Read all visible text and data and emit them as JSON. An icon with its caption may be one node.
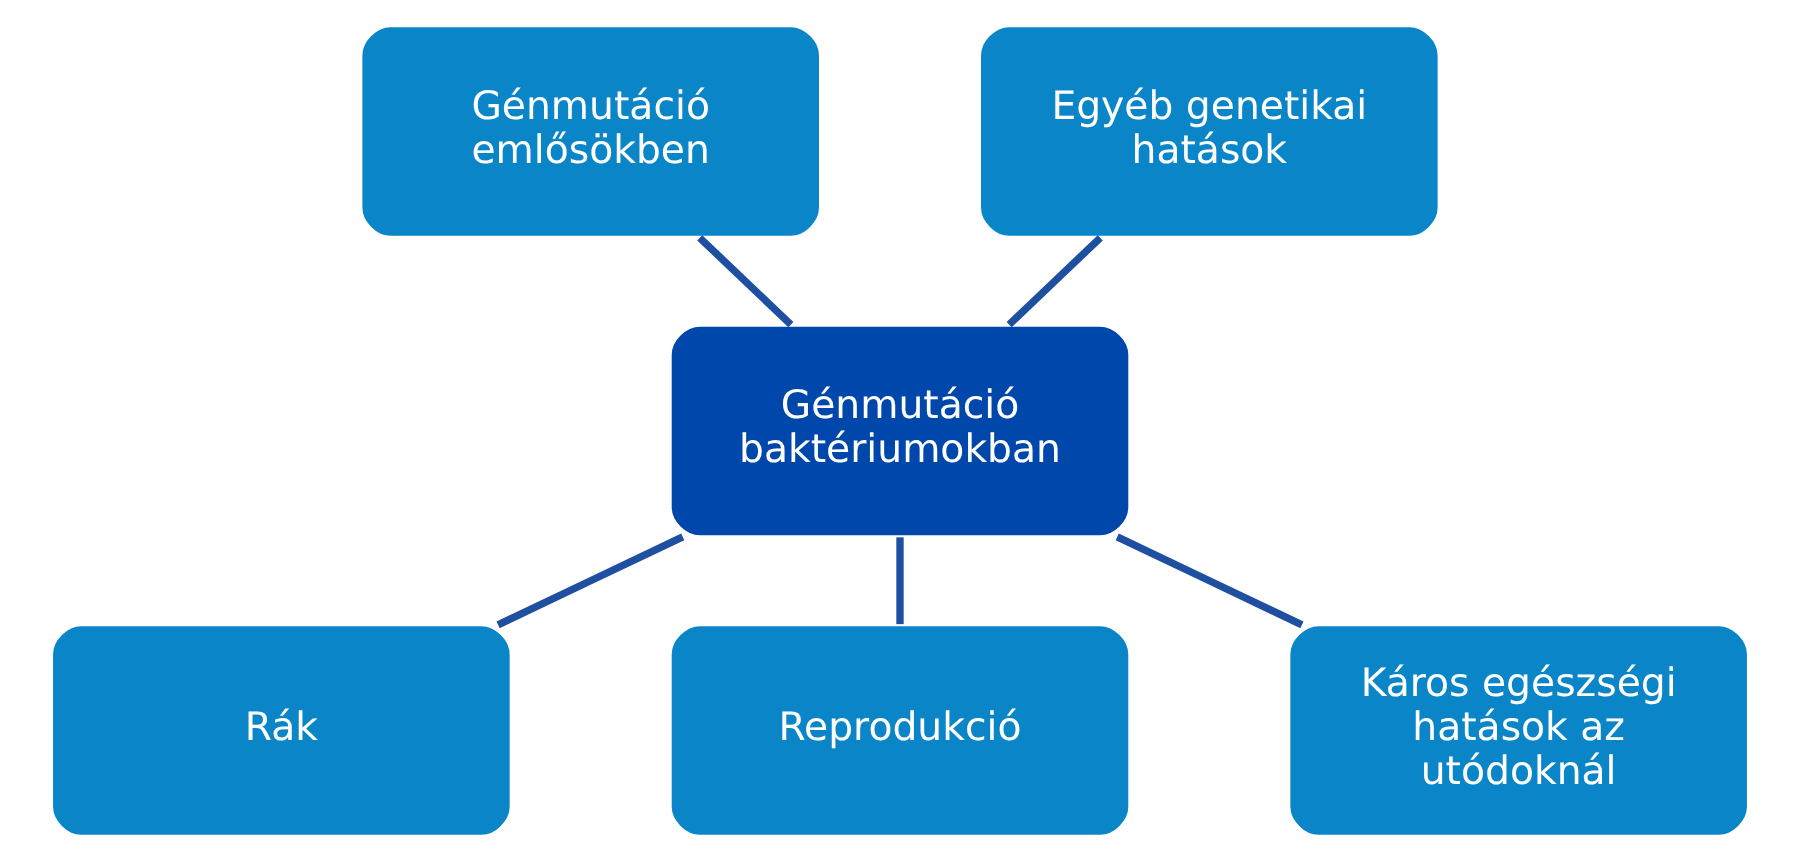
{
  "diagram": {
    "nodes": [
      {
        "text": [
          "Génmutáció emlősökben"
        ]
      },
      {
        "text": [
          "Egyéb genetikai hatások"
        ]
      },
      {
        "text": [
          "Génmutáció baktériumokban"
        ]
      },
      {
        "text": [
          "Rák"
        ]
      },
      {
        "text": [
          "Reprodukció"
        ]
      },
      {
        "text": [
          "Káros egészségi hatások az utódoknál"
        ]
      }
    ],
    "edges": [
      {
        "from": 0,
        "to": 2,
        "arrow": "none"
      },
      {
        "from": 1,
        "to": 2,
        "arrow": "none"
      },
      {
        "from": 2,
        "to": 3,
        "arrow": "none"
      },
      {
        "from": 2,
        "to": 4,
        "arrow": "none"
      },
      {
        "from": 2,
        "to": 5,
        "arrow": "none"
      }
    ]
  }
}
